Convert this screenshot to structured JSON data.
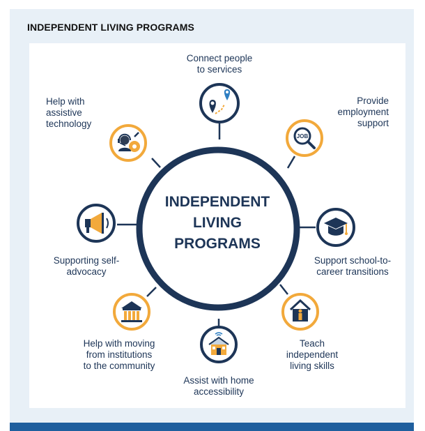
{
  "header": {
    "title": "INDEPENDENT LIVING PROGRAMS"
  },
  "center": {
    "lines": [
      "INDEPENDENT",
      "LIVING",
      "PROGRAMS"
    ]
  },
  "colors": {
    "navy": "#1d3557",
    "blue": "#1f5f9e",
    "orange": "#f2a93b",
    "background": "#e8f0f7"
  },
  "programs": [
    {
      "icon": "map-route-icon",
      "lines": [
        "Connect people",
        "to services"
      ]
    },
    {
      "icon": "job-search-icon",
      "lines": [
        "Provide",
        "employment",
        "support"
      ]
    },
    {
      "icon": "graduation-cap-icon",
      "lines": [
        "Support school-to-",
        "career transitions"
      ]
    },
    {
      "icon": "person-in-house-icon",
      "lines": [
        "Teach",
        "independent",
        "living skills"
      ]
    },
    {
      "icon": "smart-home-icon",
      "lines": [
        "Assist with home",
        "accessibility"
      ]
    },
    {
      "icon": "institution-building-icon",
      "lines": [
        "Help with moving",
        "from institutions",
        "to the community"
      ]
    },
    {
      "icon": "megaphone-icon",
      "lines": [
        "Supporting self-",
        "advocacy"
      ]
    },
    {
      "icon": "technician-headset-icon",
      "lines": [
        "Help with",
        "assistive",
        "technology"
      ]
    }
  ]
}
